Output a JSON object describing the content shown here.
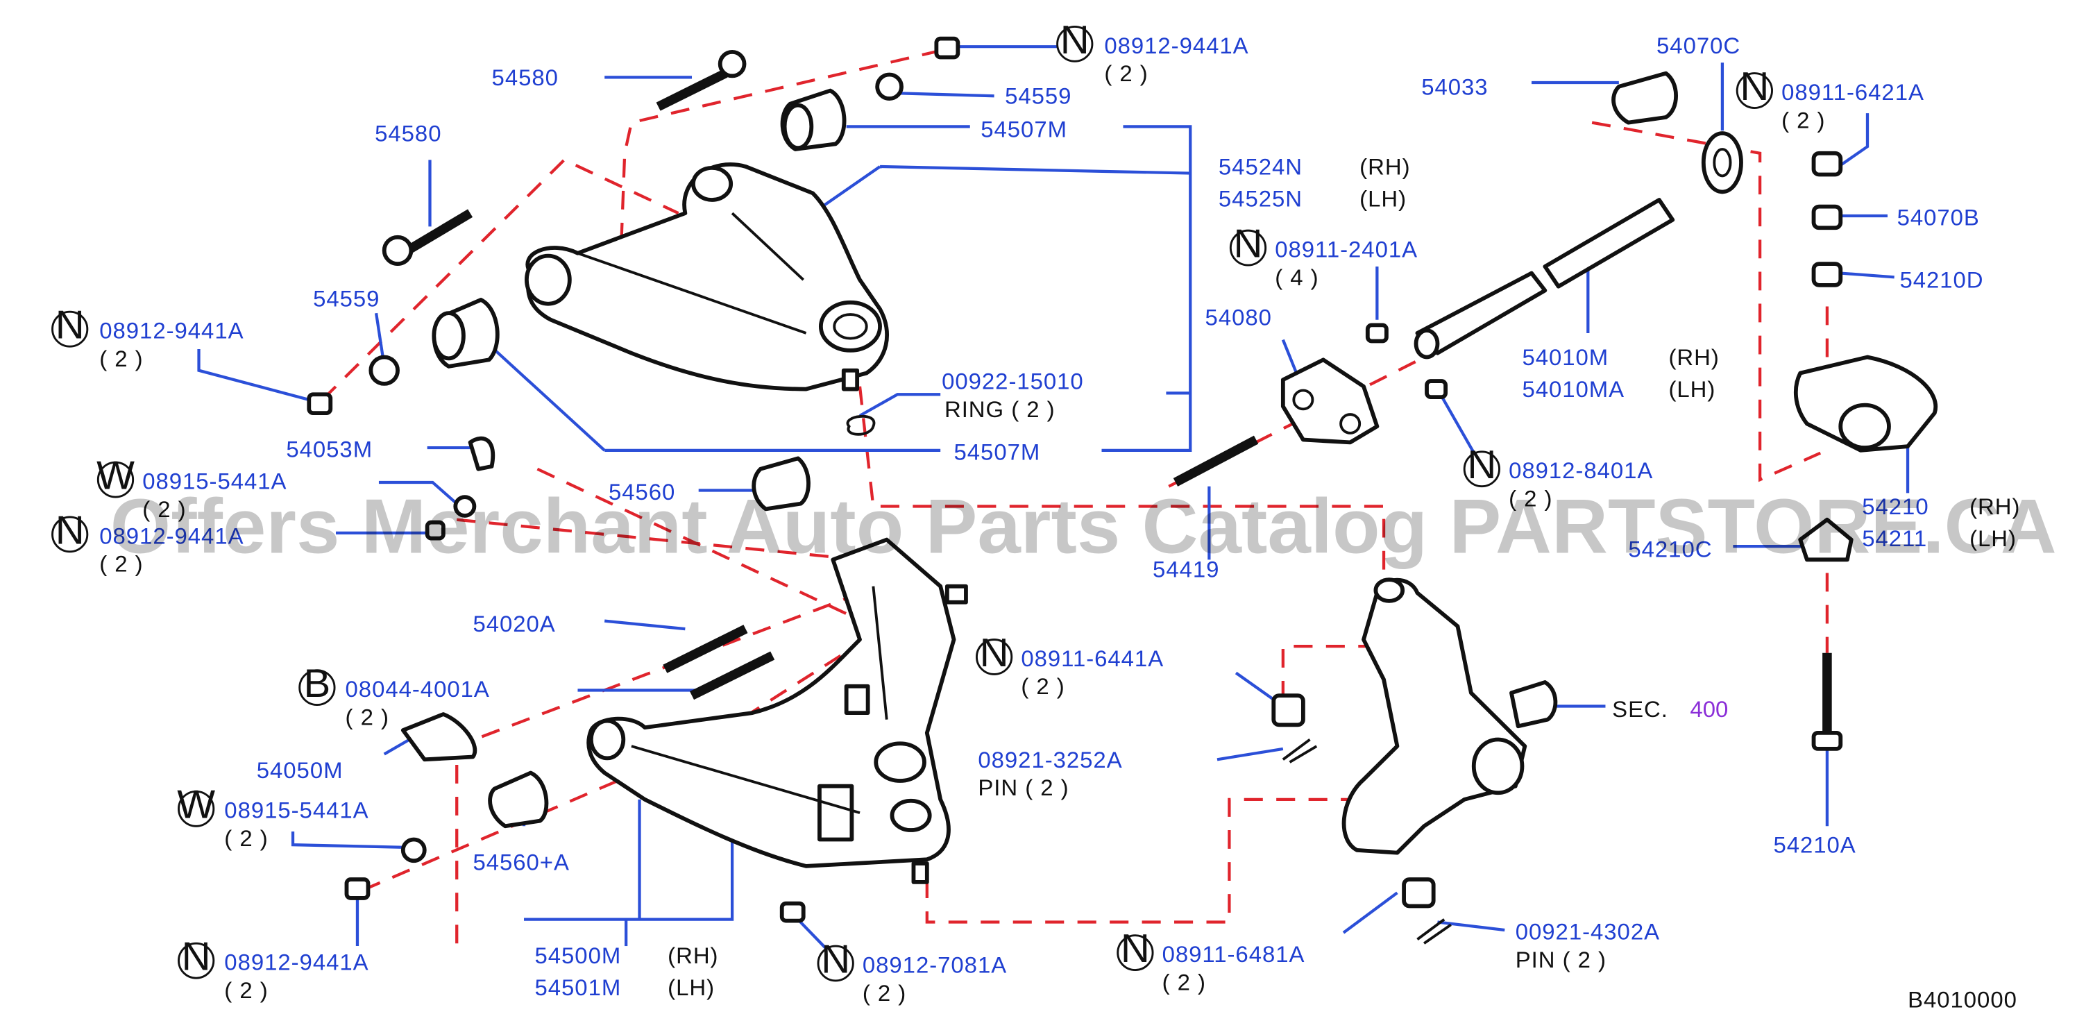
{
  "diagram_id": "B4010000",
  "watermark": "Offers Merchant Auto Parts Catalog PARTSTORE.CA",
  "labels": {
    "p54580_top": "54580",
    "p54580_left": "54580",
    "n08912_9441A_top": "08912-9441A",
    "n08912_9441A_top_qty": "( 2 )",
    "p54559_top": "54559",
    "p54507M_top": "54507M",
    "p54524N": "54524N",
    "p54524N_side": "(RH)",
    "p54525N": "54525N",
    "p54525N_side": "(LH)",
    "p54559_left": "54559",
    "n08912_9441A_left": "08912-9441A",
    "n08912_9441A_left_qty": "( 2 )",
    "p00922_15010": "00922-15010",
    "ring_text": "RING ( 2 )",
    "p54507M_bottom": "54507M",
    "p54053M": "54053M",
    "w08915_5441A_upper": "08915-5441A",
    "w08915_5441A_upper_qty": "( 2 )",
    "n08912_9441A_mid": "08912-9441A",
    "n08912_9441A_mid_qty": "( 2 )",
    "p54560": "54560",
    "p54020A": "54020A",
    "b08044_4001A": "08044-4001A",
    "b08044_4001A_qty": "( 2 )",
    "p54050M": "54050M",
    "w08915_5441A_lower": "08915-5441A",
    "w08915_5441A_lower_qty": "( 2 )",
    "p54560A": "54560+A",
    "n08912_9441A_bottom": "08912-9441A",
    "n08912_9441A_bottom_qty": "( 2 )",
    "p54500M": "54500M",
    "p54500M_side": "(RH)",
    "p54501M": "54501M",
    "p54501M_side": "(LH)",
    "n08912_7081A": "08912-7081A",
    "n08912_7081A_qty": "( 2 )",
    "n08911_6441A": "08911-6441A",
    "n08911_6441A_qty": "( 2 )",
    "p08921_3252A": "08921-3252A",
    "pin_text": "PIN ( 2 )",
    "n08911_6481A": "08911-6481A",
    "n08911_6481A_qty": "( 2 )",
    "p00921_4302A": "00921-4302A",
    "pin2_text": "PIN ( 2 )",
    "p54419": "54419",
    "sec_text": "SEC.",
    "sec_num": "400",
    "p54033": "54033",
    "p54070C": "54070C",
    "n08911_6421A": "08911-6421A",
    "n08911_6421A_qty": "( 2 )",
    "p54070B": "54070B",
    "p54210D": "54210D",
    "n08911_2401A": "08911-2401A",
    "n08911_2401A_qty": "( 4 )",
    "p54080": "54080",
    "p54010M": "54010M",
    "p54010M_side": "(RH)",
    "p54010MA": "54010MA",
    "p54010MA_side": "(LH)",
    "n08912_8401A": "08912-8401A",
    "n08912_8401A_qty": "( 2 )",
    "p54210": "54210",
    "p54210_side": "(RH)",
    "p54211": "54211",
    "p54211_side": "(LH)",
    "p54210C": "54210C",
    "p54210A": "54210A"
  },
  "symbols": {
    "N": "N",
    "W": "W",
    "B": "B"
  }
}
